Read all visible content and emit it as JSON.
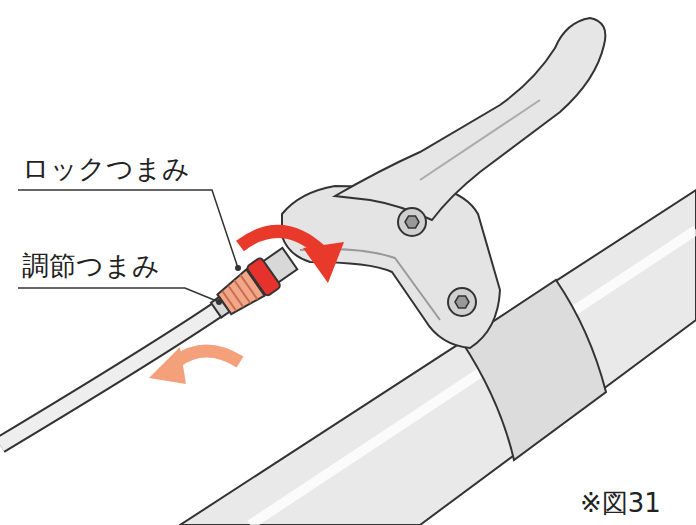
{
  "diagram": {
    "labels": [
      "ロックつまみ",
      "調節つまみ",
      "※図31"
    ]
  }
}
